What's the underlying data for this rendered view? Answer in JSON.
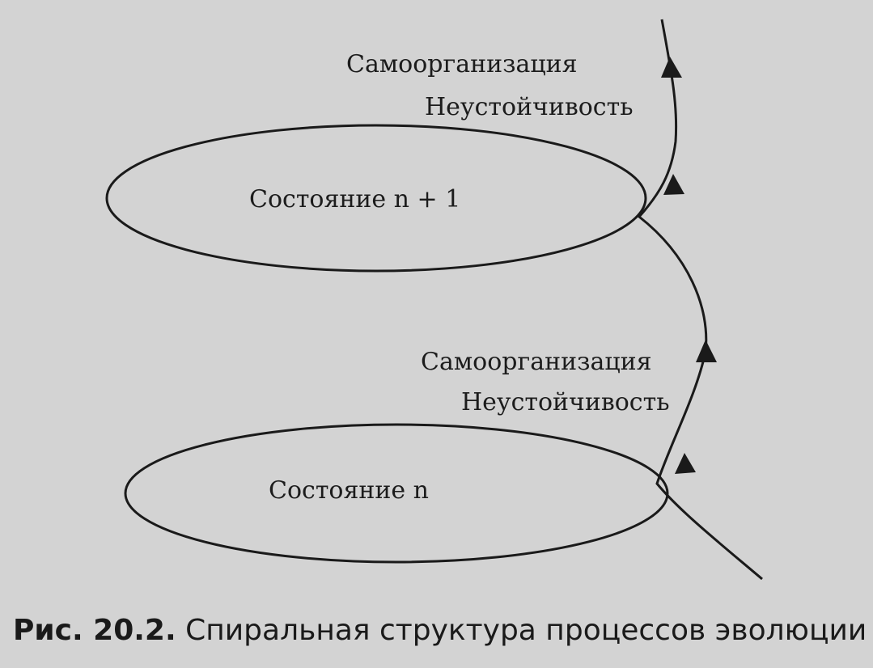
{
  "top": {
    "self_org": "Самоорганизация",
    "instability": "Неустойчивость",
    "state": "Состояние n + 1"
  },
  "bottom": {
    "self_org": "Самоорганизация",
    "instability": "Неустойчивость",
    "state": "Состояние n"
  },
  "caption": {
    "number": "Рис. 20.2.",
    "text": "Спиральная структура процессов эволюции"
  },
  "colors": {
    "background": "#d3d3d3",
    "ink": "#1a1a1a"
  }
}
